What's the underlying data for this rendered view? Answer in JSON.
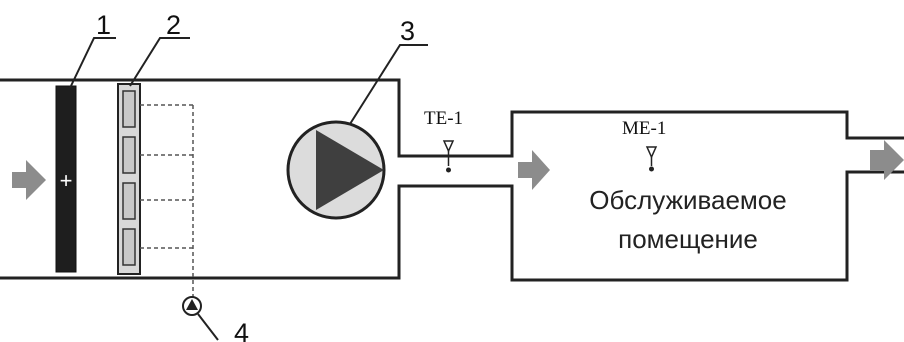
{
  "callouts": {
    "heater": "1",
    "cooler": "2",
    "fan": "3",
    "pump": "4"
  },
  "sensors": {
    "temperature": "TE-1",
    "humidity": "ME-1"
  },
  "heater_symbol": "+",
  "room": {
    "line1": "Обслуживаемое",
    "line2": "помещение"
  },
  "colors": {
    "line": "#222222",
    "arrow": "#8c8c8c",
    "fan_fill": "#dcdcdc",
    "fan_triangle": "#3f3f3f",
    "heater_fill": "#1e1e1e",
    "cooler_fill": "#c8c8c8"
  }
}
